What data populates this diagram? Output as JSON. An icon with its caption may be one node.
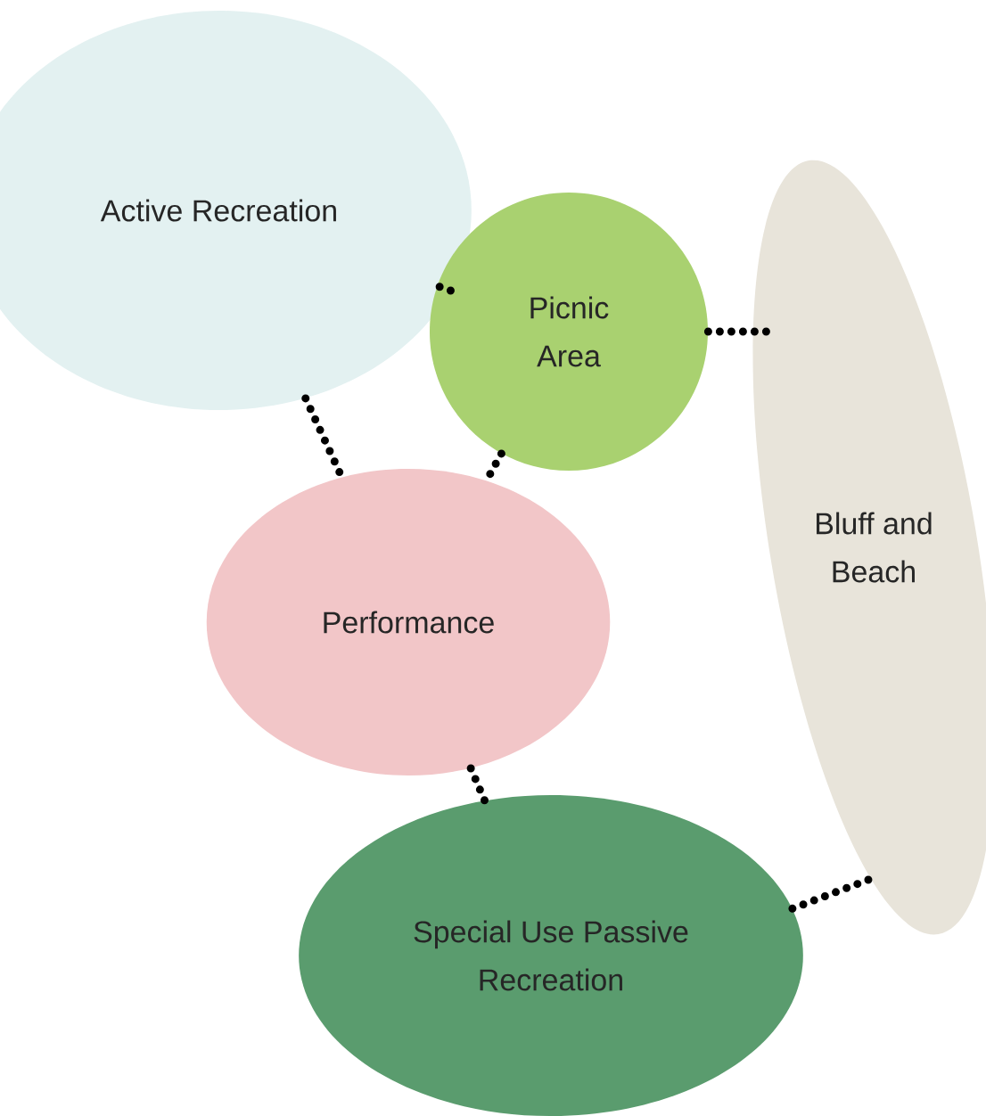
{
  "diagram": {
    "nodes": [
      {
        "text": [
          "Active Recreation"
        ]
      },
      {
        "text": [
          "Picnic Area"
        ]
      },
      {
        "text": [
          "Bluff and Beach"
        ]
      },
      {
        "text": [
          "Performance"
        ]
      },
      {
        "text": [
          "Special Use Passive Recreation"
        ]
      }
    ],
    "edges": [
      {
        "from": 0,
        "to": 1,
        "arrow": "none"
      },
      {
        "from": 1,
        "to": 2,
        "arrow": "none"
      },
      {
        "from": 0,
        "to": 3,
        "arrow": "none"
      },
      {
        "from": 1,
        "to": 3,
        "arrow": "none"
      },
      {
        "from": 3,
        "to": 4,
        "arrow": "none"
      },
      {
        "from": 4,
        "to": 2,
        "arrow": "none"
      }
    ]
  }
}
